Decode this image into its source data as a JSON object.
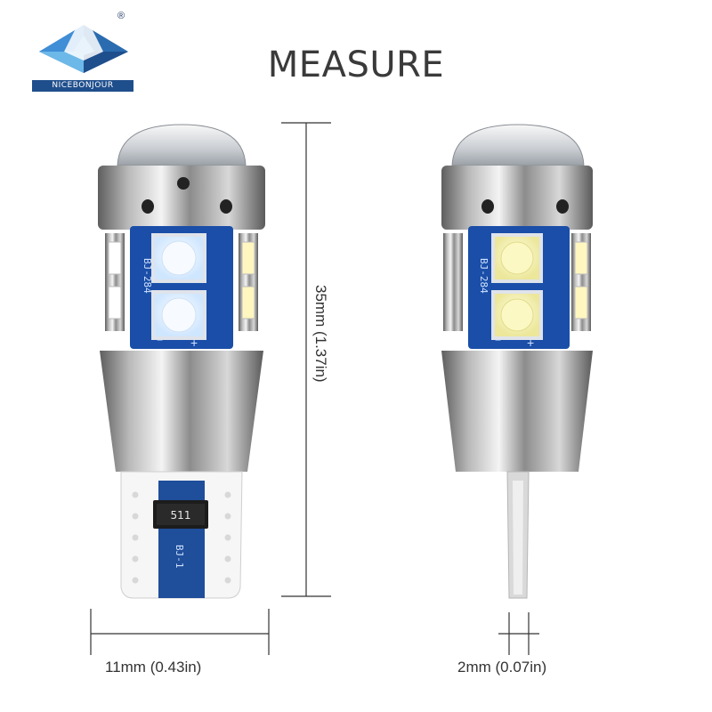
{
  "brand": {
    "name": "NICEBONJOUR",
    "registered": "®"
  },
  "header": {
    "title": "MEASURE"
  },
  "bulb_left": {
    "chip_label": "BJ-284",
    "resistor_label": "511",
    "base_label": "BJ-1"
  },
  "bulb_right": {
    "chip_label": "BJ-284"
  },
  "dimensions": {
    "height": "35mm (1.37in)",
    "width": "11mm (0.43in)",
    "thickness": "2mm (0.07in)"
  },
  "colors": {
    "brand_blue": "#1f4e8c",
    "pcb_blue": "#1a4ea8",
    "led_front": "#eaf3ff",
    "led_side": "#f3f0a8"
  }
}
